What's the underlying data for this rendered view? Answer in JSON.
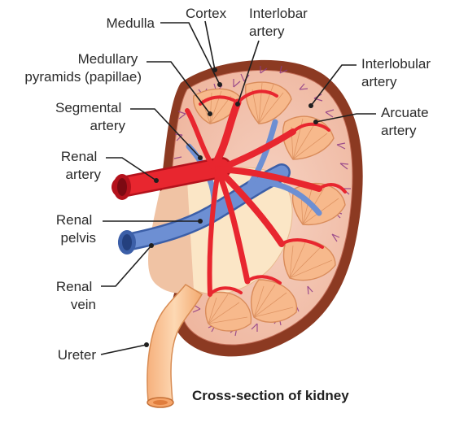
{
  "labels": {
    "medulla": "Medulla",
    "cortex": "Cortex",
    "interlobar_artery": [
      "Interlobar",
      "artery"
    ],
    "medullary_pyramids": [
      "Medullary",
      "pyramids (papillae)"
    ],
    "interlobular_artery": [
      "Interlobular",
      "artery"
    ],
    "segmental_artery": [
      "Segmental",
      "artery"
    ],
    "arcuate_artery": [
      "Arcuate",
      "artery"
    ],
    "renal_artery": [
      "Renal",
      "artery"
    ],
    "renal_pelvis": [
      "Renal",
      "pelvis"
    ],
    "renal_vein": [
      "Renal",
      "vein"
    ],
    "ureter": "Ureter"
  },
  "caption": "Cross-section of kidney",
  "colors": {
    "capsule": "#8c3a22",
    "cortex": "#f3c3ad",
    "medulla_pyramid": "#f7b98c",
    "pelvis": "#fbe6c6",
    "artery": "#e8262f",
    "artery_dark": "#b4121c",
    "vein": "#6d8fd3",
    "vein_dark": "#3c5fa8",
    "ureter": "#f8c79b",
    "vessel_mesh": "#8e3a86"
  }
}
